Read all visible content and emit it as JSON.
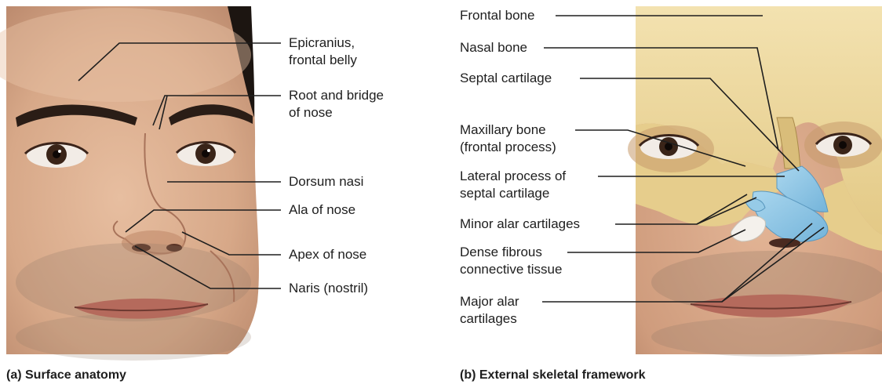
{
  "panel_a": {
    "caption": "(a) Surface anatomy",
    "labels": {
      "epicranius": [
        "Epicranius,",
        "frontal belly"
      ],
      "root_bridge": [
        "Root and bridge",
        "of nose"
      ],
      "dorsum": [
        "Dorsum nasi"
      ],
      "ala": [
        "Ala of nose"
      ],
      "apex": [
        "Apex of nose"
      ],
      "naris": [
        "Naris (nostril)"
      ]
    }
  },
  "panel_b": {
    "caption": "(b) External skeletal framework",
    "labels": {
      "frontal_bone": [
        "Frontal bone"
      ],
      "nasal_bone": [
        "Nasal bone"
      ],
      "septal_cartilage": [
        "Septal cartilage"
      ],
      "maxillary": [
        "Maxillary bone",
        "(frontal process)"
      ],
      "lateral_process": [
        "Lateral process of",
        "septal cartilage"
      ],
      "minor_alar": [
        "Minor alar cartilages"
      ],
      "dense_fibrous": [
        "Dense fibrous",
        "connective tissue"
      ],
      "major_alar": [
        "Major alar",
        "cartilages"
      ]
    }
  },
  "colors": {
    "skin": "#dcae8a",
    "skin_shadow": "#b88466",
    "hair": "#1c1511",
    "bone": "#ecd79a",
    "cartilage": "#8fc7e4",
    "fibrous_tissue": "#f4f1ec",
    "leader_line": "#1e1e1e"
  }
}
